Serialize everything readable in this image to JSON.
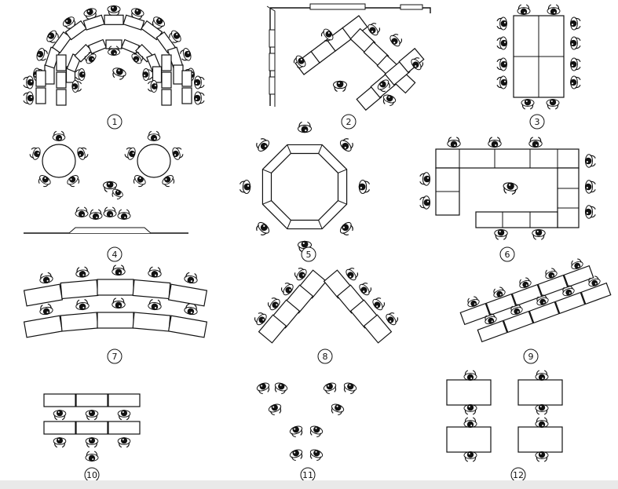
{
  "figure": {
    "colors": {
      "ink": "#111111",
      "paper": "#ffffff",
      "footer": "#e9e9e9"
    },
    "layouts": [
      {
        "id": "1",
        "label": "1"
      },
      {
        "id": "2",
        "label": "2"
      },
      {
        "id": "3",
        "label": "3"
      },
      {
        "id": "4",
        "label": "4"
      },
      {
        "id": "5",
        "label": "5"
      },
      {
        "id": "6",
        "label": "6"
      },
      {
        "id": "7",
        "label": "7"
      },
      {
        "id": "8",
        "label": "8"
      },
      {
        "id": "9",
        "label": "9"
      },
      {
        "id": "10",
        "label": "10"
      },
      {
        "id": "11",
        "label": "11"
      },
      {
        "id": "12",
        "label": "12"
      }
    ]
  }
}
